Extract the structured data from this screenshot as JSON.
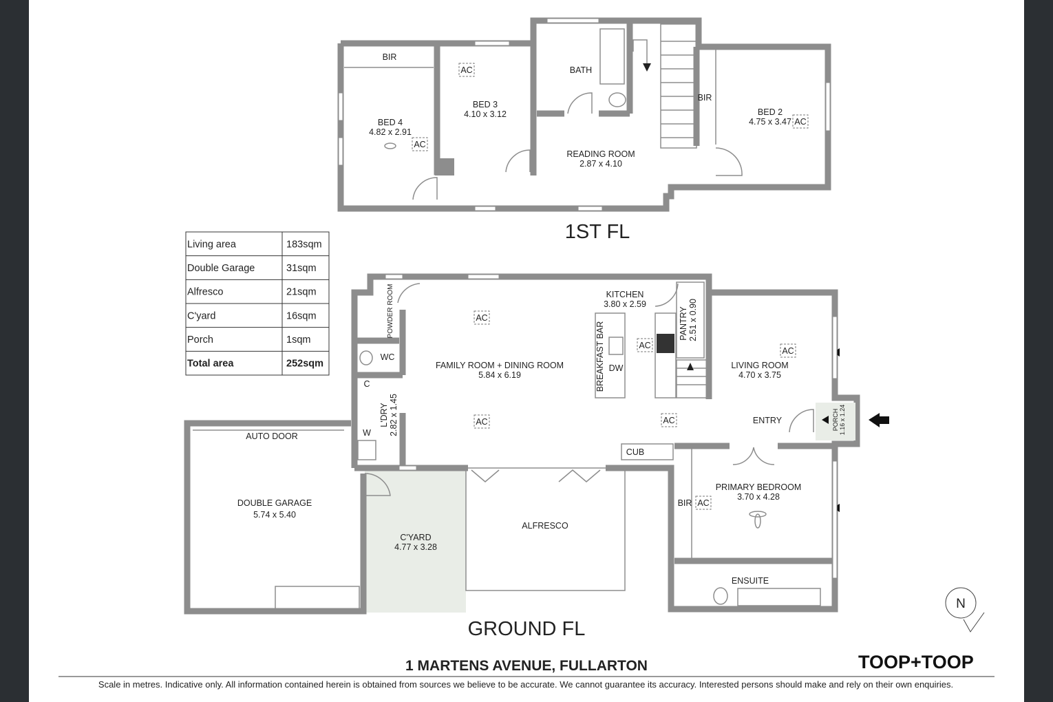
{
  "first_floor": {
    "title": "1ST FL",
    "rooms": [
      {
        "name": "BIR",
        "dims": ""
      },
      {
        "name": "BED 4",
        "dims": "4.82 x 2.91"
      },
      {
        "name": "BED 3",
        "dims": "4.10 x 3.12"
      },
      {
        "name": "BATH",
        "dims": ""
      },
      {
        "name": "READING ROOM",
        "dims": "2.87 x 4.10"
      },
      {
        "name": "BIR",
        "dims": ""
      },
      {
        "name": "BED 2",
        "dims": "4.75 x 3.47"
      }
    ]
  },
  "ground_floor": {
    "title": "GROUND FL",
    "rooms": [
      {
        "name": "POWDER ROOM",
        "dims": ""
      },
      {
        "name": "WC",
        "dims": ""
      },
      {
        "name": "FAMILY ROOM + DINING ROOM",
        "dims": "5.84 x 6.19"
      },
      {
        "name": "KITCHEN",
        "dims": "3.80 x 2.59"
      },
      {
        "name": "BREAKFAST BAR",
        "dims": ""
      },
      {
        "name": "DW",
        "dims": ""
      },
      {
        "name": "PANTRY",
        "dims": "2.51 x 0.90"
      },
      {
        "name": "LIVING ROOM",
        "dims": "4.70 x 3.75"
      },
      {
        "name": "ENTRY",
        "dims": ""
      },
      {
        "name": "PORCH",
        "dims": "1.16 x 1.24"
      },
      {
        "name": "L'DRY",
        "dims": "2.82 x 1.45"
      },
      {
        "name": "C",
        "dims": ""
      },
      {
        "name": "W",
        "dims": ""
      },
      {
        "name": "AUTO DOOR",
        "dims": ""
      },
      {
        "name": "DOUBLE GARAGE",
        "dims": "5.74 x 5.40"
      },
      {
        "name": "C'YARD",
        "dims": "4.77 x 3.28"
      },
      {
        "name": "ALFRESCO",
        "dims": ""
      },
      {
        "name": "CUB",
        "dims": ""
      },
      {
        "name": "PRIMARY BEDROOM",
        "dims": "3.70 x 4.28"
      },
      {
        "name": "BIR",
        "dims": ""
      },
      {
        "name": "ENSUITE",
        "dims": ""
      }
    ]
  },
  "ac_label": "AC",
  "area_table": [
    {
      "label": "Living area",
      "value": "183sqm"
    },
    {
      "label": "Double Garage",
      "value": "31sqm"
    },
    {
      "label": "Alfresco",
      "value": "21sqm"
    },
    {
      "label": "C'yard",
      "value": "16sqm"
    },
    {
      "label": "Porch",
      "value": "1sqm"
    },
    {
      "label": "Total area",
      "value": "252sqm"
    }
  ],
  "address": "1 MARTENS AVENUE, FULLARTON",
  "brand": "TOOP+TOOP",
  "compass": "N",
  "disclaimer": "Scale in metres. Indicative only. All information contained herein is obtained from sources we believe to be accurate. We cannot guarantee its accuracy. Interested persons should make and rely on their own enquiries.",
  "colors": {
    "wall": "#8d8d8d",
    "courtyard": "#e9ede7",
    "side_band": "#2b2f33"
  }
}
